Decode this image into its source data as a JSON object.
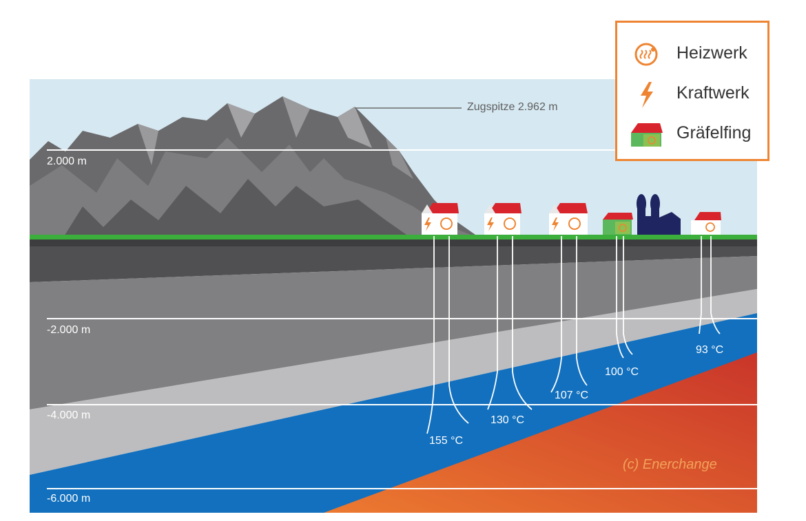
{
  "peak": {
    "label": "Zugspitze 2.962 m"
  },
  "depths": [
    {
      "label": "2.000 m"
    },
    {
      "label": "-2.000 m"
    },
    {
      "label": "-4.000 m"
    },
    {
      "label": "-6.000 m"
    }
  ],
  "wells": [
    {
      "temp": "155 °C"
    },
    {
      "temp": "130 °C"
    },
    {
      "temp": "107 °C"
    },
    {
      "temp": "100 °C"
    },
    {
      "temp": "93 °C"
    }
  ],
  "legend": {
    "items": [
      {
        "icon": "heating-plant-icon",
        "label": "Heizwerk"
      },
      {
        "icon": "lightning-bolt-icon",
        "label": "Kraftwerk"
      },
      {
        "icon": "green-house-icon",
        "label": "Gräfelfing"
      }
    ]
  },
  "credit": "(c) Enerchange",
  "colors": {
    "sky": "#d6e8f1",
    "rock_dark": "#5a5a5c",
    "rock_light": "#8e8e90",
    "ground": "#3cae3c",
    "aquifer": "#1270be",
    "hot_zone_start": "#ec7a30",
    "hot_zone_end": "#c9352a",
    "accent_orange": "#ee8431",
    "roof_red": "#d8242c",
    "church": "#1f2560"
  }
}
